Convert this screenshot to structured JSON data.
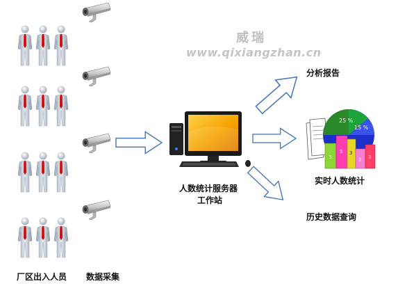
{
  "watermark": {
    "brand": "威瑞",
    "url": "www.qixiangzhan.cn"
  },
  "labels": {
    "personnel": "厂区出入人员",
    "collection": "数据采集",
    "server_line1": "人数统计服务器",
    "server_line2": "工作站",
    "analysis": "分析报告",
    "realtime": "实时人数统计",
    "history": "历史数据查询"
  },
  "pie_labels": {
    "a": "25 %",
    "b": "15 %"
  },
  "bar_digits": [
    "3",
    "5",
    "3",
    "2",
    "3"
  ],
  "colors": {
    "arrow_fill": "#ffffff",
    "arrow_stroke": "#4a7ab8",
    "screen": "#f5a300",
    "monitor": "#1a1a1a",
    "tie": "#d01010",
    "person": "#cfd6e0"
  },
  "icons": [
    "person-icon",
    "camera-icon",
    "computer-icon",
    "report-chart-icon",
    "arrow-icon"
  ]
}
